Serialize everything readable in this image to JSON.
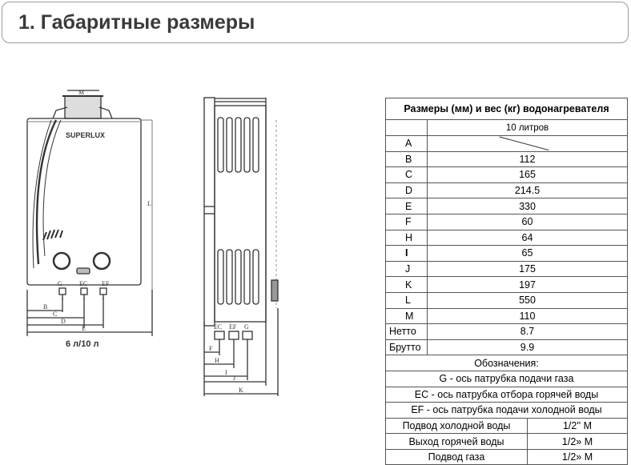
{
  "header": {
    "title": "1. Габаритные размеры"
  },
  "drawing": {
    "front": {
      "brand": "SUPERLUX",
      "label_m": "M",
      "label_l": "L",
      "label_g": "G",
      "label_ec": "EC",
      "label_ef": "EF",
      "dim_b": "B",
      "dim_c": "C",
      "dim_d": "D",
      "dim_e": "E",
      "caption": "6 л/10 л"
    },
    "side": {
      "label_ec": "EC",
      "label_ef": "EF",
      "label_g": "G",
      "dim_f": "F",
      "dim_h": "H",
      "dim_i": "I",
      "dim_j": "J",
      "dim_k": "K"
    }
  },
  "table": {
    "title": "Размеры (мм) и вес (кг) водонагревателя",
    "capacity_label": "10 литров",
    "rows": [
      {
        "key": "A",
        "value": ""
      },
      {
        "key": "B",
        "value": "112"
      },
      {
        "key": "C",
        "value": "165"
      },
      {
        "key": "D",
        "value": "214.5"
      },
      {
        "key": "E",
        "value": "330"
      },
      {
        "key": "F",
        "value": "60"
      },
      {
        "key": "H",
        "value": "64"
      },
      {
        "key": "I",
        "value": "65"
      },
      {
        "key": "J",
        "value": "175"
      },
      {
        "key": "K",
        "value": "197"
      },
      {
        "key": "L",
        "value": "550"
      },
      {
        "key": "M",
        "value": "110"
      },
      {
        "key": "Нетто",
        "value": "8.7"
      },
      {
        "key": "Брутто",
        "value": "9.9"
      }
    ],
    "legend_title": "Обозначения:",
    "legend": [
      "G - ось патрубка подачи газа",
      "EC - ось патрубка отбора горячей воды",
      "EF - ось патрубка подачи холодной воды"
    ],
    "connections": [
      {
        "name": "Подвод холодной воды",
        "size": "1/2'' M"
      },
      {
        "name": "Выход горячей воды",
        "size": "1/2» M"
      },
      {
        "name": "Подвод газа",
        "size": "1/2» M"
      }
    ]
  }
}
